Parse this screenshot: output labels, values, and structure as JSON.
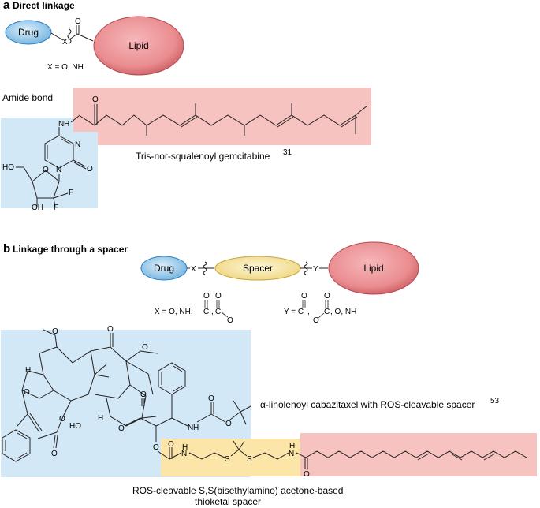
{
  "panel_a": {
    "letter": "a",
    "title": "Direct linkage",
    "scheme": {
      "drug": "Drug",
      "x": "X",
      "lipid": "Lipid",
      "x_def": "X = O, NH",
      "o": "O"
    },
    "bond_label": "Amide bond",
    "compound": {
      "name": "Tris-nor-squalenoyl gemcitabine",
      "ref": "31"
    },
    "atoms": {
      "o": "O",
      "nh": "N",
      "h": "H",
      "n": "N",
      "ho": "HO",
      "oh": "OH",
      "f": "F"
    },
    "colors": {
      "drug": "#d3e8f6",
      "lipid": "#f6c3c0"
    }
  },
  "panel_b": {
    "letter": "b",
    "title": "Linkage through a spacer",
    "scheme": {
      "drug": "Drug",
      "x": "X",
      "spacer": "Spacer",
      "y": "Y",
      "lipid": "Lipid",
      "x_def": "X = O, NH,",
      "c": "C",
      "y_def": "Y = C",
      "y_def_tail": ", O, NH",
      "o": "O"
    },
    "compound": {
      "name": "α-linolenoyl cabazitaxel with ROS-cleavable spacer",
      "ref": "53"
    },
    "spacer_caption_1": "ROS-cleavable S,S(bisethylamino) acetone-based",
    "spacer_caption_2": "thioketal spacer",
    "atoms": {
      "o": "O",
      "h": "H",
      "ho": "HO",
      "n": "N",
      "s": "S"
    },
    "colors": {
      "drug": "#d3e8f6",
      "spacer": "#fbe5a8",
      "lipid": "#f6c3c0"
    }
  }
}
